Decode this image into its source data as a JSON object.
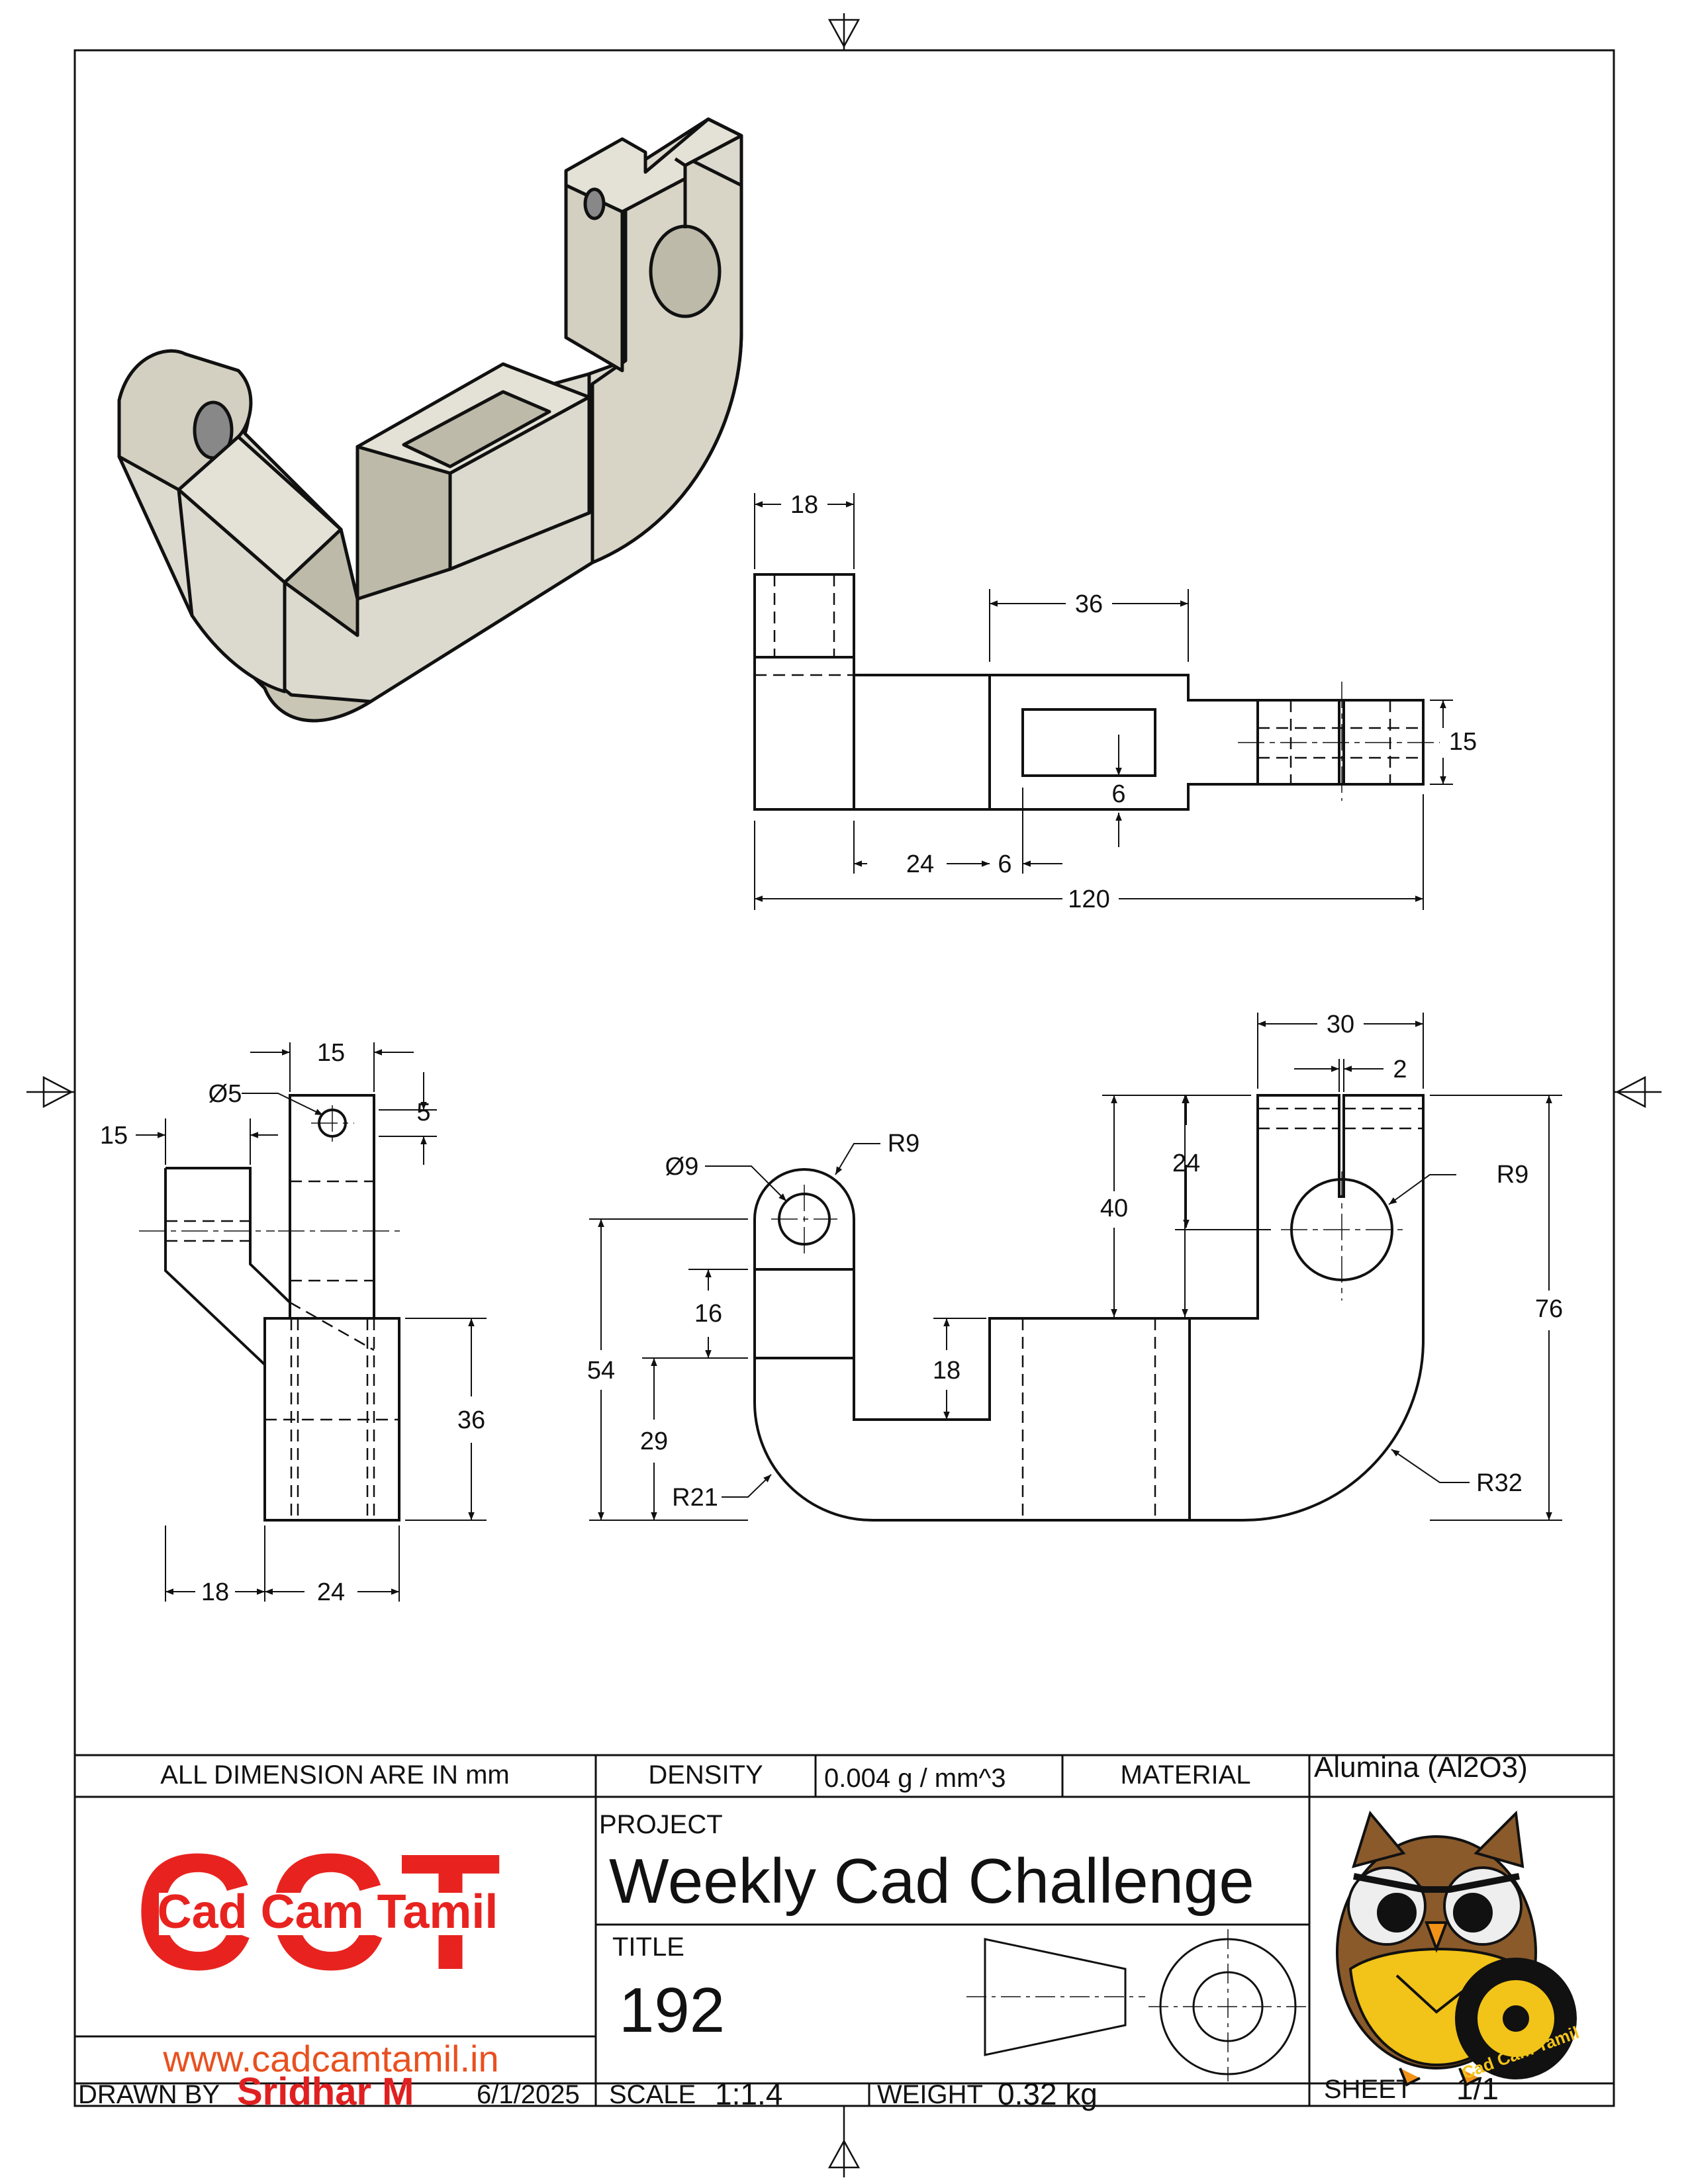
{
  "dimensions": {
    "top_view": {
      "width_18": "18",
      "slot_36": "36",
      "height_15": "15",
      "slot_6": "6",
      "offset_24": "24",
      "gap_6": "6",
      "length_120": "120"
    },
    "side_view": {
      "top_15": "15",
      "hole_dia": "Ø5",
      "hole_5": "5",
      "left_15": "15",
      "height_36": "36",
      "bottom_18": "18",
      "bottom_24": "24"
    },
    "front_view": {
      "width_30": "30",
      "slit_2": "2",
      "hole_dia": "Ø9",
      "boss_r": "R9",
      "bore_r": "R9",
      "depth_24": "24",
      "height_40": "40",
      "height_76": "76",
      "boss_16": "16",
      "height_54": "54",
      "step_18": "18",
      "height_29": "29",
      "corner_r21": "R21",
      "corner_r32": "R32"
    }
  },
  "title_block": {
    "units_note": "ALL DIMENSION ARE IN mm",
    "density_label": "DENSITY",
    "density_value": "0.004 g / mm^3",
    "material_label": "MATERIAL",
    "material_value": "Alumina (Al2O3)",
    "project_label": "PROJECT",
    "project_value": "Weekly Cad Challenge",
    "title_label": "TITLE",
    "title_value": "192",
    "logo_text": "Cad Cam Tamil",
    "logo_letters": "CCT",
    "website": "www.cadcamtamil.in",
    "drawn_by_label": "DRAWN BY",
    "drawn_by_value": "Sridhar M",
    "date": "6/1/2025",
    "scale_label": "SCALE",
    "scale_value": "1:1.4",
    "weight_label": "WEIGHT",
    "weight_value": "0.32 kg",
    "sheet_label": "SHEET",
    "sheet_value": "1/1",
    "mascot_badge": "Cad Cam Tamil"
  },
  "colors": {
    "line": "#111111",
    "part_face": "#dcdace",
    "part_shadow": "#bdbaa9",
    "logo_red": "#e8231f",
    "website_orange": "#e8501f",
    "drawn_by_red": "#e02020"
  }
}
